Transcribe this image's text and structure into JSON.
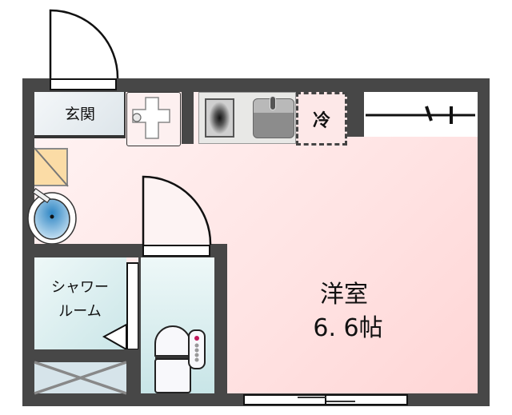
{
  "floorplan": {
    "entrance_label": "玄関",
    "fridge_label": "冷",
    "shower_room_label": "シャワー\nルーム",
    "western_room": {
      "name": "洋室",
      "size": "6. 6帖"
    },
    "colors": {
      "wall": "#474747",
      "main_room": "#ffe3e3",
      "wet_area": "#d8eef0",
      "entrance": "#e6ecf0",
      "shoe_cabinet": "#fbdca6",
      "basin": "#3d8fc9",
      "storage_cross": "#8a8a8a",
      "toilet_indicator": "#c2185b"
    }
  }
}
